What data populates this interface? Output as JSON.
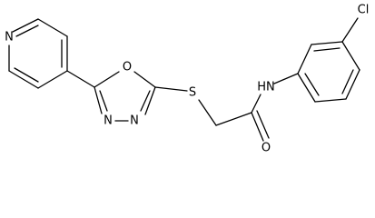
{
  "molecule": {
    "atom_labels": {
      "pyridine_n": "N",
      "oxadiazole_o": "O",
      "oxadiazole_n3": "N",
      "oxadiazole_n4": "N",
      "thioether_s": "S",
      "amide_nh": "HN",
      "carbonyl_o": "O",
      "chloro": "Cl"
    },
    "colors": {
      "bond": "#000000",
      "label": "#000000",
      "background": "#ffffff"
    }
  }
}
